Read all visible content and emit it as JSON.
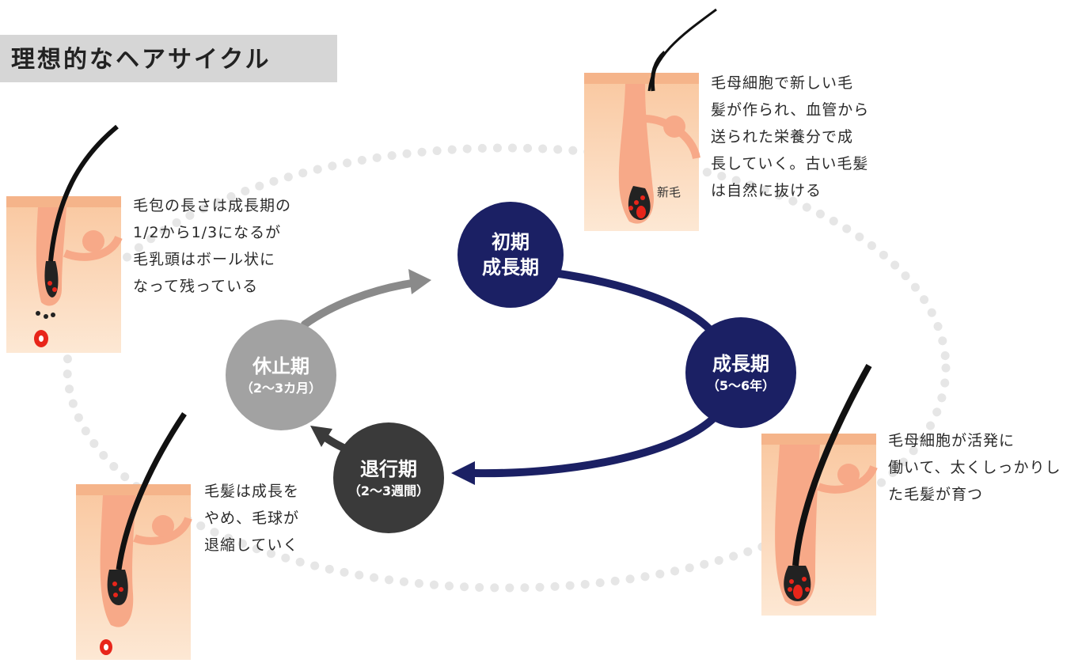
{
  "page_title": "理想的なヘアサイクル",
  "cycle": {
    "early_growth": {
      "line1": "初期",
      "line2": "成長期"
    },
    "growth": {
      "name": "成長期",
      "duration": "（5〜6年）"
    },
    "regression": {
      "name": "退行期",
      "duration": "（2〜3週間）"
    },
    "rest": {
      "name": "休止期",
      "duration": "（2〜3カ月）"
    }
  },
  "descriptions": {
    "early_growth": [
      "毛母細胞で新しい毛",
      "髪が作られ、血管から",
      "送られた栄養分で成",
      "長していく。古い毛髪",
      "は自然に抜ける"
    ],
    "growth": [
      "毛母細胞が活発に",
      "働いて、太くしっかりし",
      "た毛髪が育つ"
    ],
    "regression": [
      "毛髪は成長を",
      "やめ、毛球が",
      "退縮していく"
    ],
    "rest": [
      "毛包の長さは成長期の",
      "1/2から1/3になるが",
      "毛乳頭はボール状に",
      "なって残っている"
    ]
  },
  "new_hair_label": "新毛",
  "colors": {
    "navy": "#1b2064",
    "dark_gray": "#3a3a3a",
    "gray": "#8a8a8a",
    "skin": "#fbd9bc",
    "skin_dark": "#f5b48a",
    "follicle": "#f39a78",
    "red": "#e8251a",
    "hair": "#111111",
    "title_bg": "#d6d6d6"
  }
}
